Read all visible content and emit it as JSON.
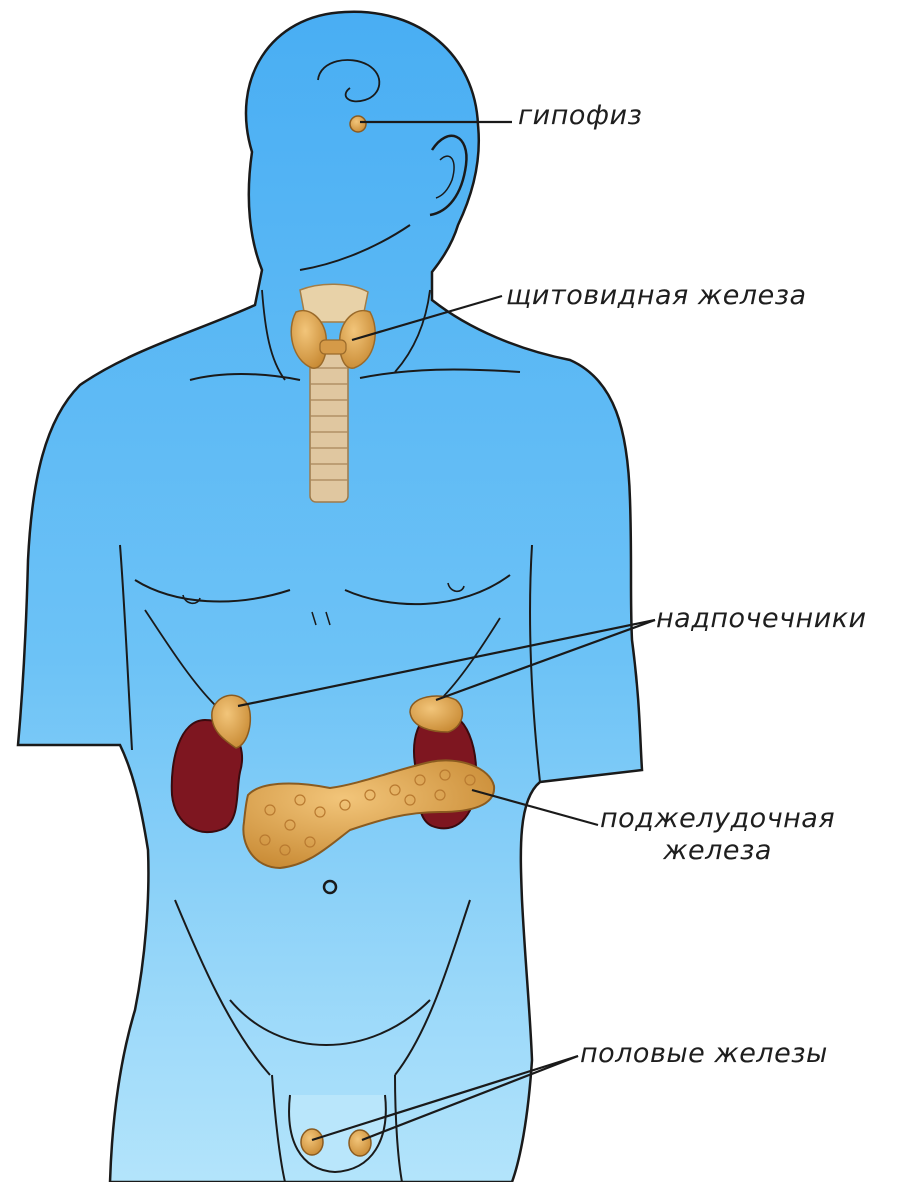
{
  "diagram": {
    "colors": {
      "body_top": "#4fb0f2",
      "body_bottom": "#a6defa",
      "outline": "#1a1a1a",
      "gland": "#e2a84c",
      "kidney": "#7e1620",
      "trachea": "#e0c7a0"
    },
    "labels": {
      "pituitary": "гипофиз",
      "thyroid": "щитовидная железа",
      "adrenals": "надпочечники",
      "pancreas_line1": "поджелудочная",
      "pancreas_line2": "железа",
      "gonads": "половые железы"
    }
  }
}
